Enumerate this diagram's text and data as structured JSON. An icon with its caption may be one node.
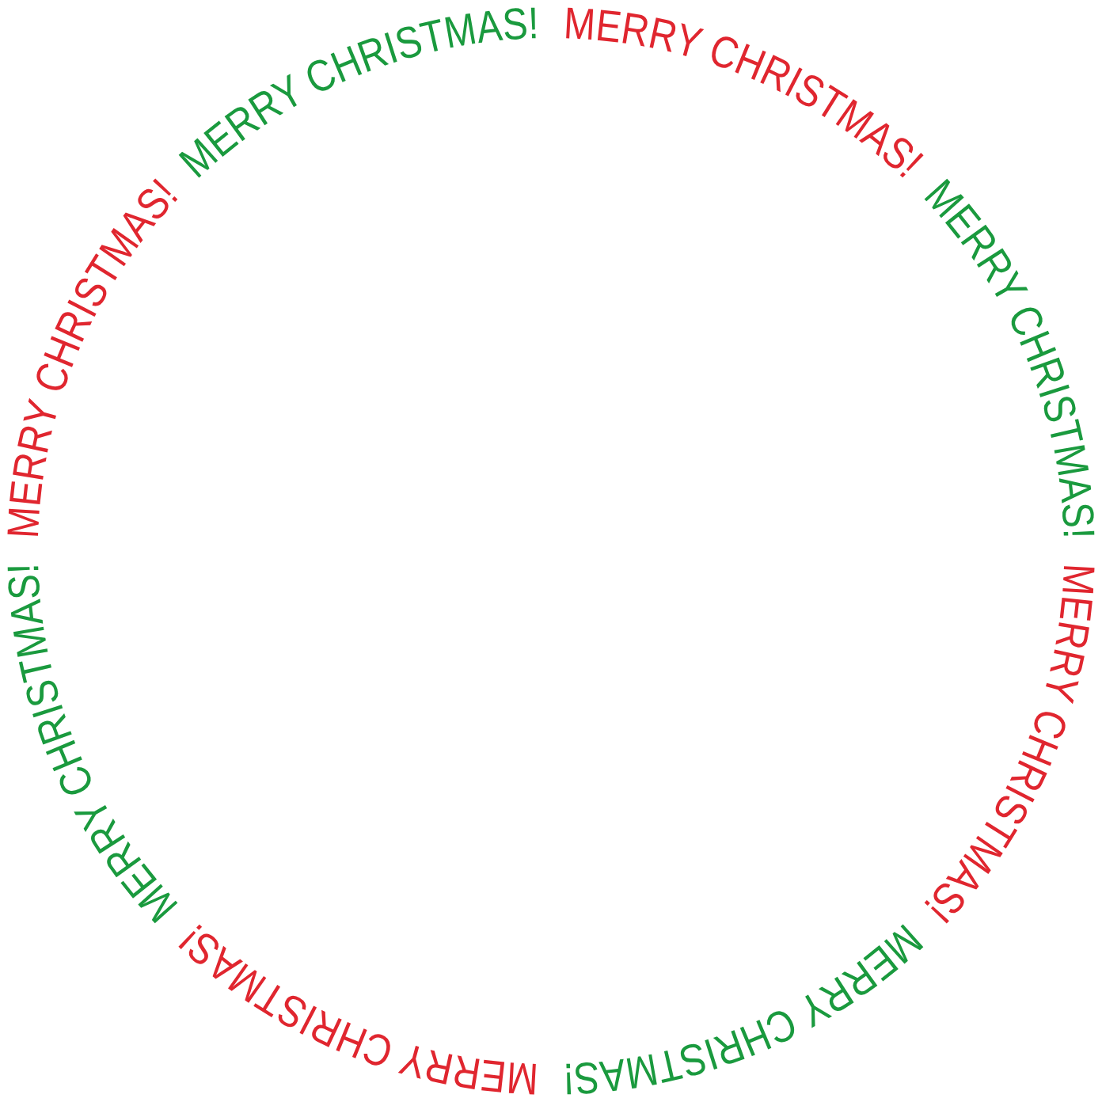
{
  "diagram": {
    "labels": [
      "MERRY CHRISTMAS!",
      "MERRY CHRISTMAS!",
      "MERRY CHRISTMAS!",
      "MERRY CHRISTMAS!",
      "MERRY CHRISTMAS!",
      "MERRY CHRISTMAS!",
      "MERRY CHRISTMAS!",
      "MERRY CHRISTMAS!"
    ]
  }
}
